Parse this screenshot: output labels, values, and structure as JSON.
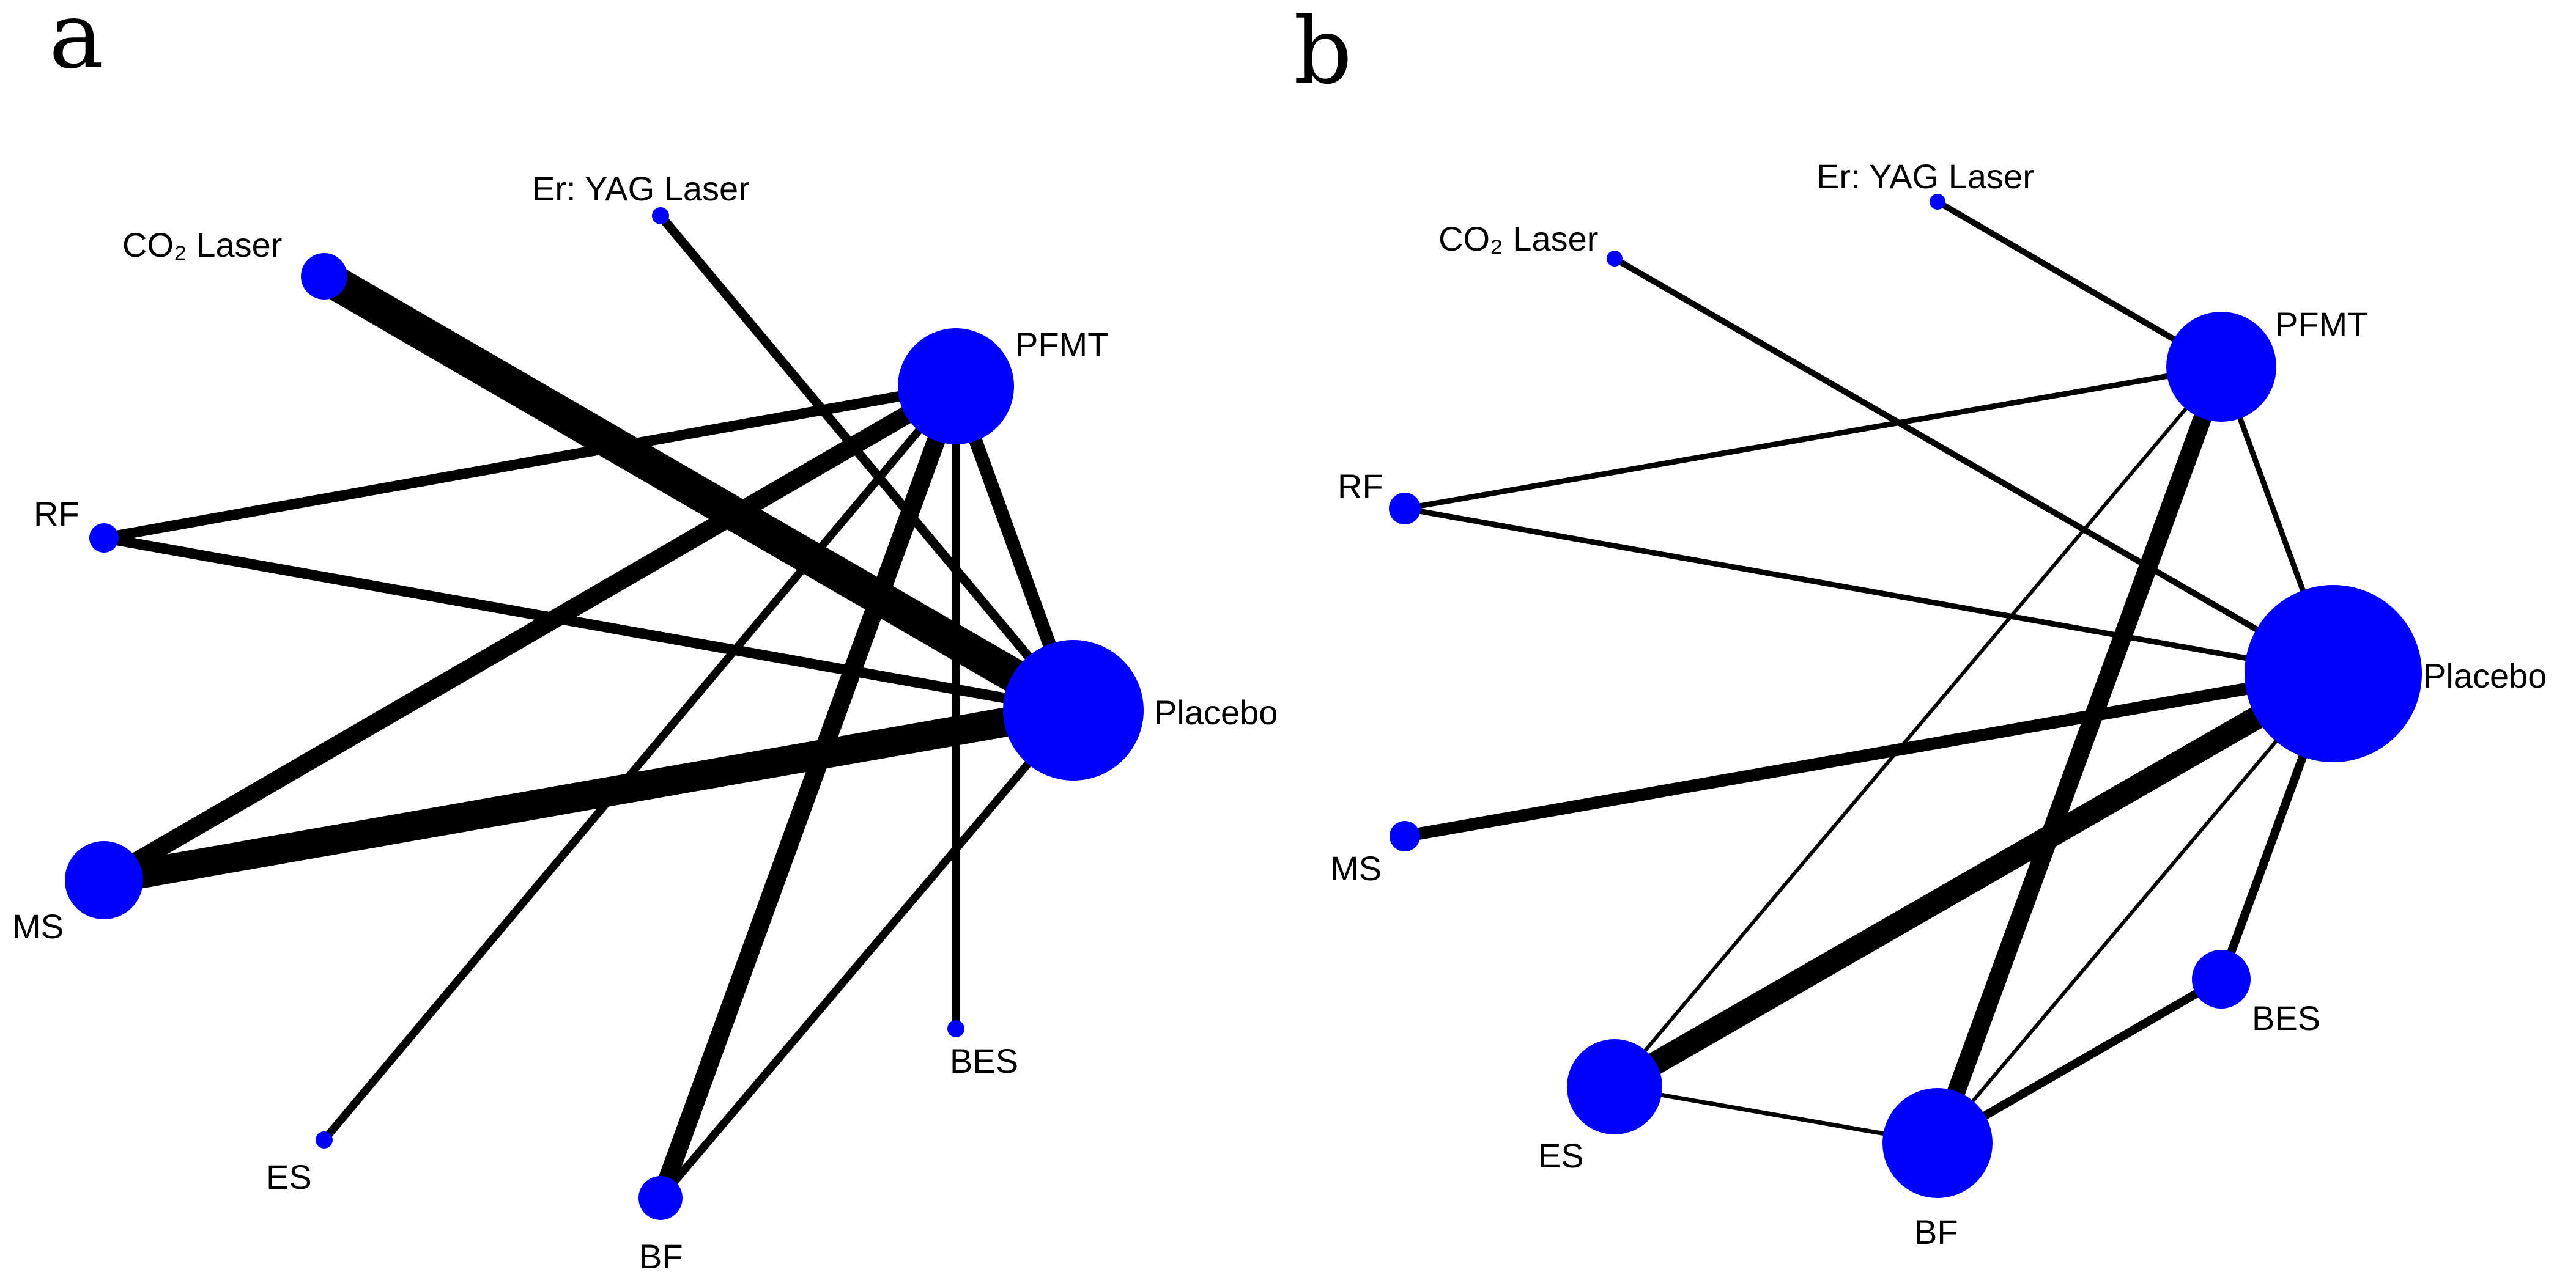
{
  "colors": {
    "node": "#0000ff",
    "edge": "#000000"
  },
  "panels": [
    {
      "letter": "a",
      "nodes": {
        "er_yag": "Er:  YAG Laser",
        "co2": "CO₂ Laser",
        "pfmt": "PFMT",
        "rf": "RF",
        "placebo": "Placebo",
        "ms": "MS",
        "bes": "BES",
        "es": "ES",
        "bf": "BF"
      }
    },
    {
      "letter": "b",
      "nodes": {
        "er_yag": "Er:  YAG Laser",
        "co2": "CO₂ Laser",
        "pfmt": "PFMT",
        "rf": "RF",
        "placebo": "Placebo",
        "ms": "MS",
        "bes": "BES",
        "es": "ES",
        "bf": "BF"
      }
    }
  ]
}
